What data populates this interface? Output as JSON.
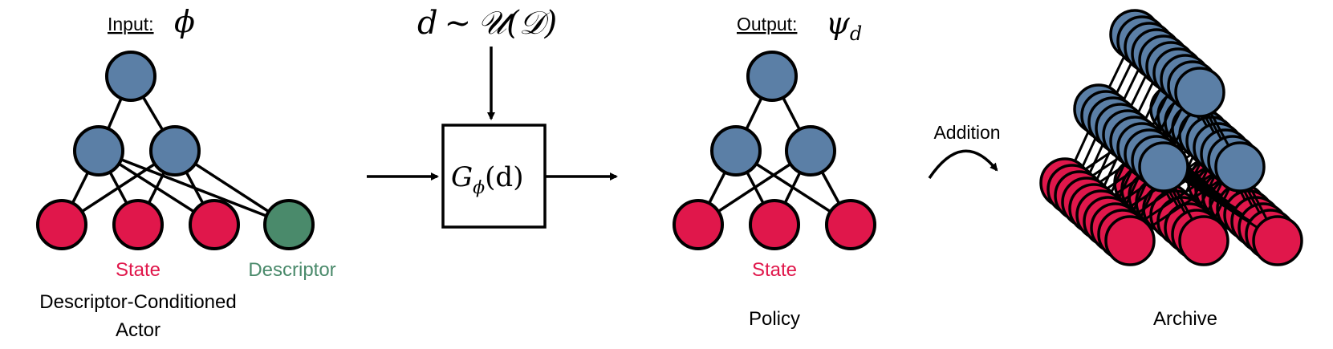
{
  "colors": {
    "hidden": "#5b7fa6",
    "state": "#e0174b",
    "descriptor": "#4a8a6b",
    "stroke": "#000000",
    "background": "#ffffff"
  },
  "actor": {
    "input_label": "Input:",
    "input_symbol": "ϕ",
    "state_label": "State",
    "descriptor_label": "Descriptor",
    "caption_line1": "Descriptor-Conditioned",
    "caption_line2": "Actor"
  },
  "sampler": {
    "expr_d": "d",
    "expr_sim": "∼",
    "expr_U": "𝒰",
    "expr_D": "(𝒟)"
  },
  "generator": {
    "G": "G",
    "sub": "ϕ",
    "arg": "(d)"
  },
  "policy": {
    "output_label": "Output:",
    "output_symbol": "ψ",
    "output_sub": "d",
    "state_label": "State",
    "caption": "Policy"
  },
  "addition_label": "Addition",
  "archive_caption": "Archive"
}
